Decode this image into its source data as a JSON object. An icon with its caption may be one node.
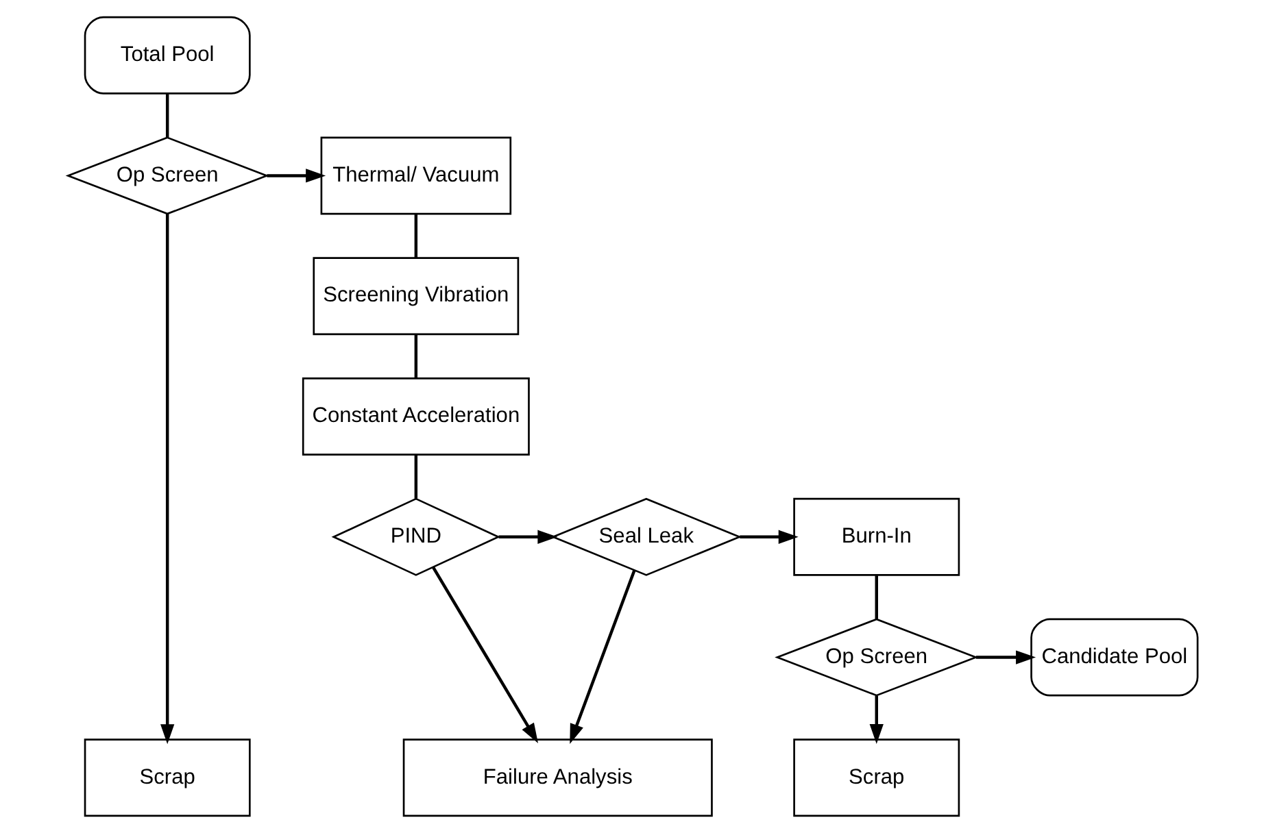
{
  "diagram": {
    "nodes": [
      {
        "text": [
          "Total Pool"
        ]
      },
      {
        "text": [
          "Op Screen"
        ]
      },
      {
        "text": [
          "Thermal/ Vacuum"
        ]
      },
      {
        "text": [
          "Screening Vibration"
        ]
      },
      {
        "text": [
          "Constant Acceleration"
        ]
      },
      {
        "text": [
          "PIND"
        ]
      },
      {
        "text": [
          "Seal Leak"
        ]
      },
      {
        "text": [
          "Burn-In"
        ]
      },
      {
        "text": [
          "Op Screen"
        ]
      },
      {
        "text": [
          "Candidate Pool"
        ]
      },
      {
        "text": [
          "Scrap"
        ]
      },
      {
        "text": [
          "Failure Analysis"
        ]
      },
      {
        "text": [
          "Scrap"
        ]
      }
    ],
    "edges": [
      {
        "from": 0,
        "to": 1,
        "arrow": "none"
      },
      {
        "from": 1,
        "to": 2,
        "arrow": "to"
      },
      {
        "from": 2,
        "to": 3,
        "arrow": "none"
      },
      {
        "from": 3,
        "to": 4,
        "arrow": "none"
      },
      {
        "from": 4,
        "to": 5,
        "arrow": "none"
      },
      {
        "from": 5,
        "to": 6,
        "arrow": "to"
      },
      {
        "from": 6,
        "to": 7,
        "arrow": "to"
      },
      {
        "from": 7,
        "to": 8,
        "arrow": "none"
      },
      {
        "from": 8,
        "to": 9,
        "arrow": "to"
      },
      {
        "from": 1,
        "to": 10,
        "arrow": "to"
      },
      {
        "from": 5,
        "to": 11,
        "arrow": "to"
      },
      {
        "from": 6,
        "to": 11,
        "arrow": "to"
      },
      {
        "from": 8,
        "to": 12,
        "arrow": "to"
      }
    ]
  }
}
